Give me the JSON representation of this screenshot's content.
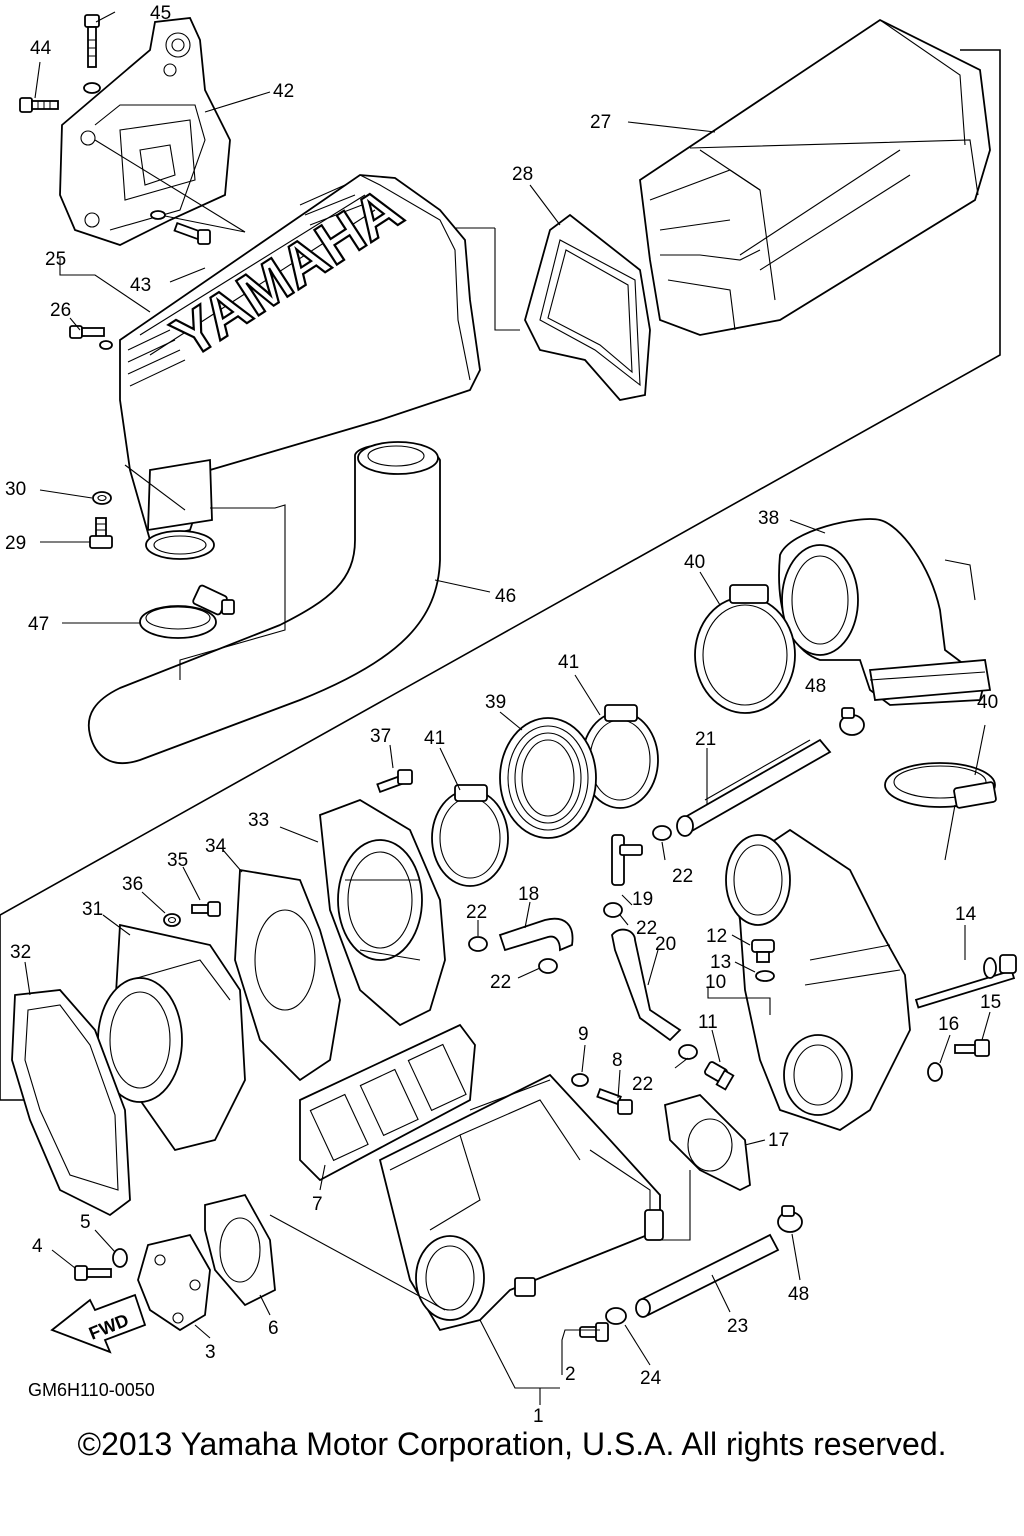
{
  "diagram": {
    "drawing_code": "GM6H110-0050",
    "copyright": "©2013 Yamaha Motor Corporation, U.S.A. All rights reserved.",
    "brand_mark": "YAMAHA",
    "direction_label": "FWD",
    "callouts": [
      "1",
      "2",
      "3",
      "4",
      "5",
      "6",
      "7",
      "8",
      "9",
      "10",
      "11",
      "12",
      "13",
      "14",
      "15",
      "16",
      "17",
      "18",
      "19",
      "20",
      "21",
      "22",
      "22",
      "22",
      "22",
      "22",
      "22",
      "23",
      "24",
      "25",
      "26",
      "27",
      "28",
      "29",
      "30",
      "31",
      "32",
      "33",
      "34",
      "35",
      "36",
      "37",
      "38",
      "39",
      "40",
      "40",
      "41",
      "41",
      "42",
      "43",
      "44",
      "45",
      "46",
      "47",
      "48",
      "48"
    ]
  }
}
